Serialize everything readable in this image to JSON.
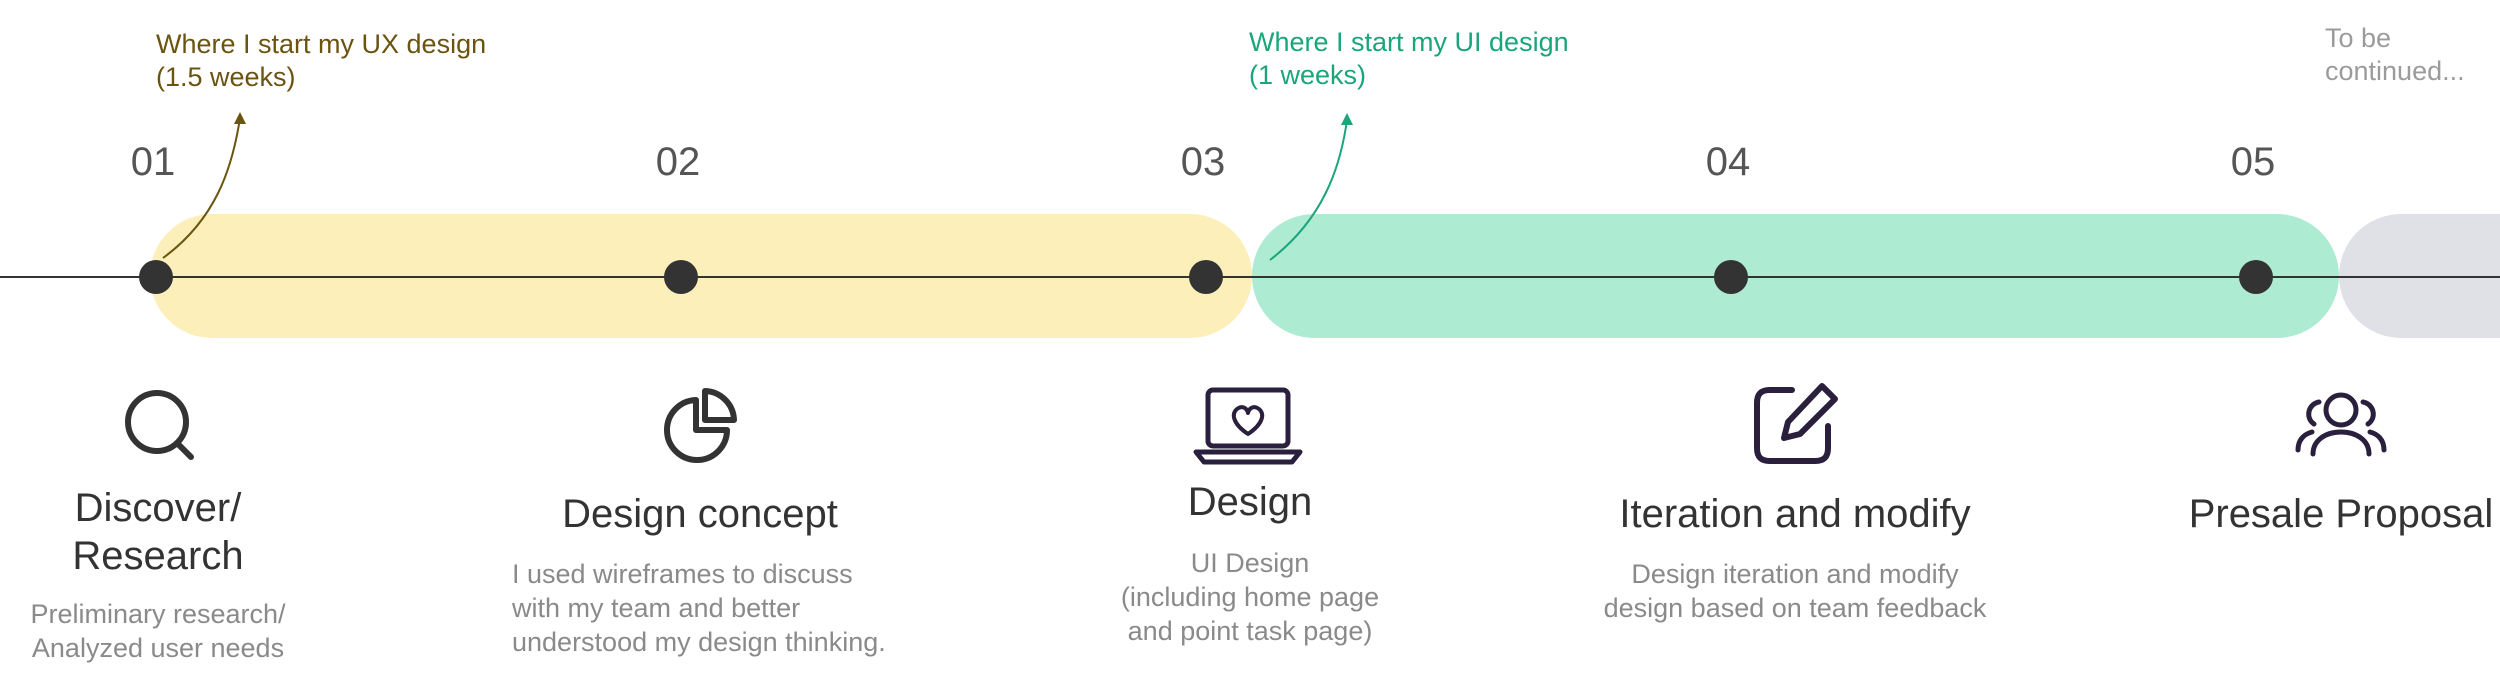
{
  "annotations": {
    "ux_start": "Where I start my UX design\n(1.5 weeks)",
    "ui_start": "Where I start my UI design\n(1 weeks)",
    "continued": "To be\ncontinued..."
  },
  "colors": {
    "ux_band": "#fdefb9",
    "ui_band": "#aeebd3",
    "future_band": "#dfe1e7",
    "ux_note": "#6a5410",
    "ui_note": "#1aa57b",
    "axis": "#333333"
  },
  "steps": [
    {
      "number": "01",
      "icon": "search-icon",
      "title": "Discover/\nResearch",
      "description": "Preliminary research/\nAnalyzed user needs"
    },
    {
      "number": "02",
      "icon": "pie-chart-icon",
      "title": "Design concept",
      "description": "I used wireframes to discuss\nwith my team and better\nunderstood my design thinking."
    },
    {
      "number": "03",
      "icon": "laptop-heart-icon",
      "title": "Design",
      "description": "UI Design\n(including home page\nand point task page)"
    },
    {
      "number": "04",
      "icon": "edit-icon",
      "title": "Iteration and modify",
      "description": "Design iteration and modify\ndesign based on team feedback"
    },
    {
      "number": "05",
      "icon": "users-icon",
      "title": "Presale Proposal",
      "description": ""
    }
  ]
}
